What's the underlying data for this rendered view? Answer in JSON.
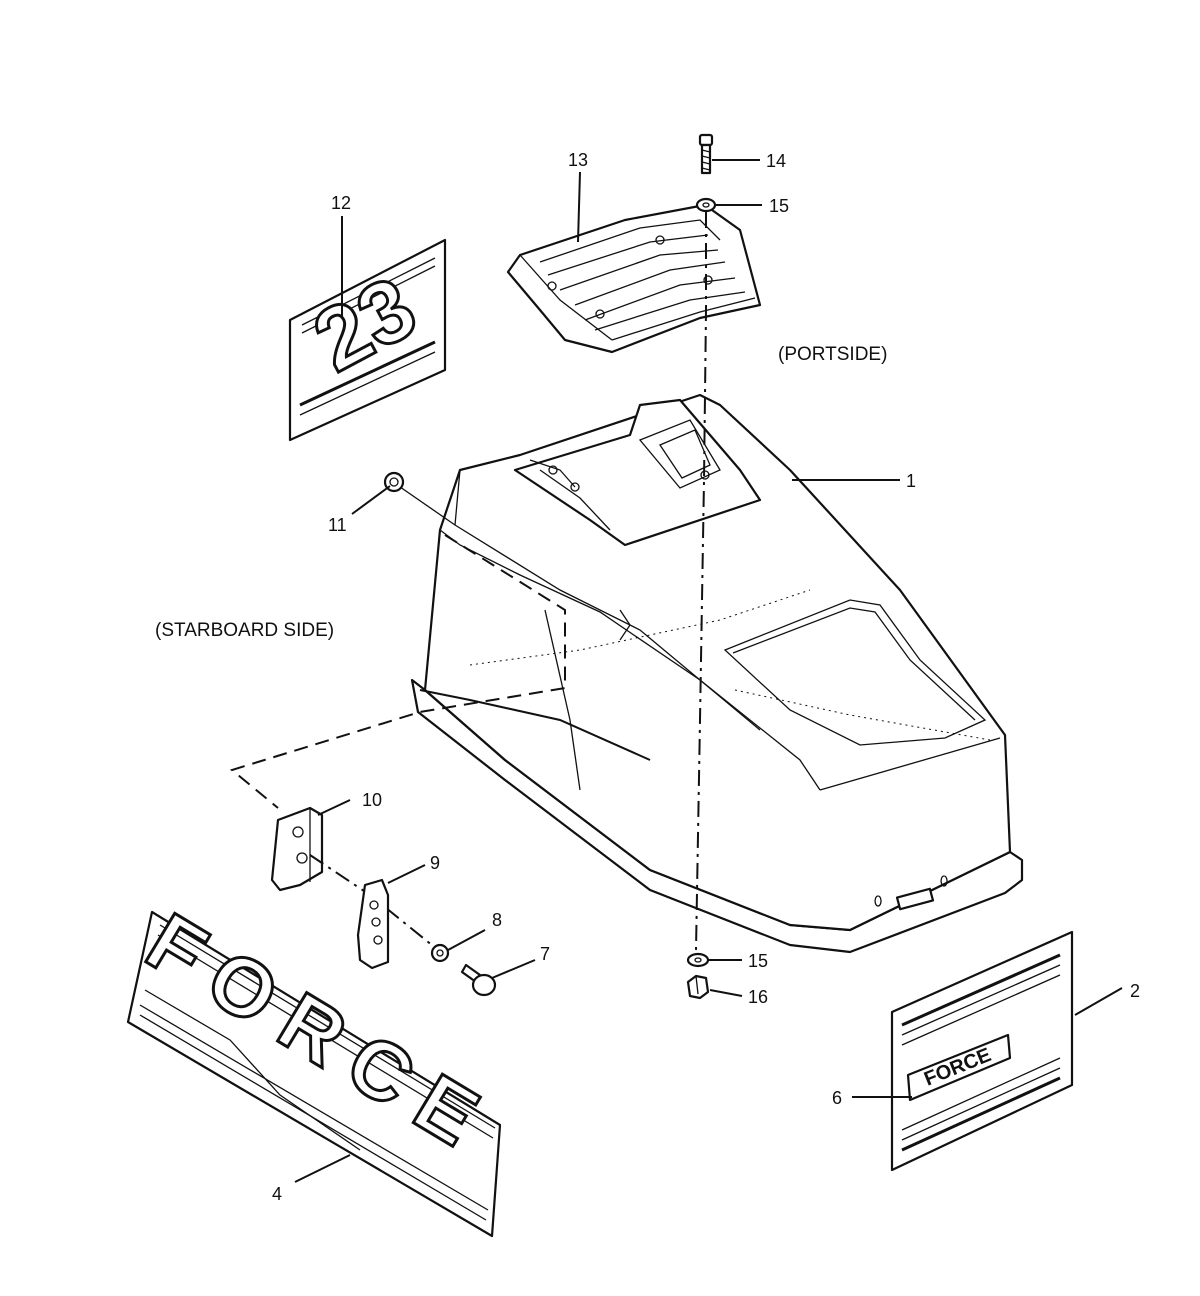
{
  "diagram": {
    "side_labels": {
      "portside": "(PORTSIDE)",
      "starboard": "(STARBOARD SIDE)"
    },
    "callouts": {
      "c1": "1",
      "c2": "2",
      "c4": "4",
      "c6": "6",
      "c7": "7",
      "c8": "8",
      "c9": "9",
      "c10": "10",
      "c11": "11",
      "c12": "12",
      "c13": "13",
      "c14": "14",
      "c15a": "15",
      "c15b": "15",
      "c16": "16"
    },
    "decals": {
      "model_number": "23",
      "brand_large": "FORCE",
      "brand_small": "FORCE"
    }
  }
}
